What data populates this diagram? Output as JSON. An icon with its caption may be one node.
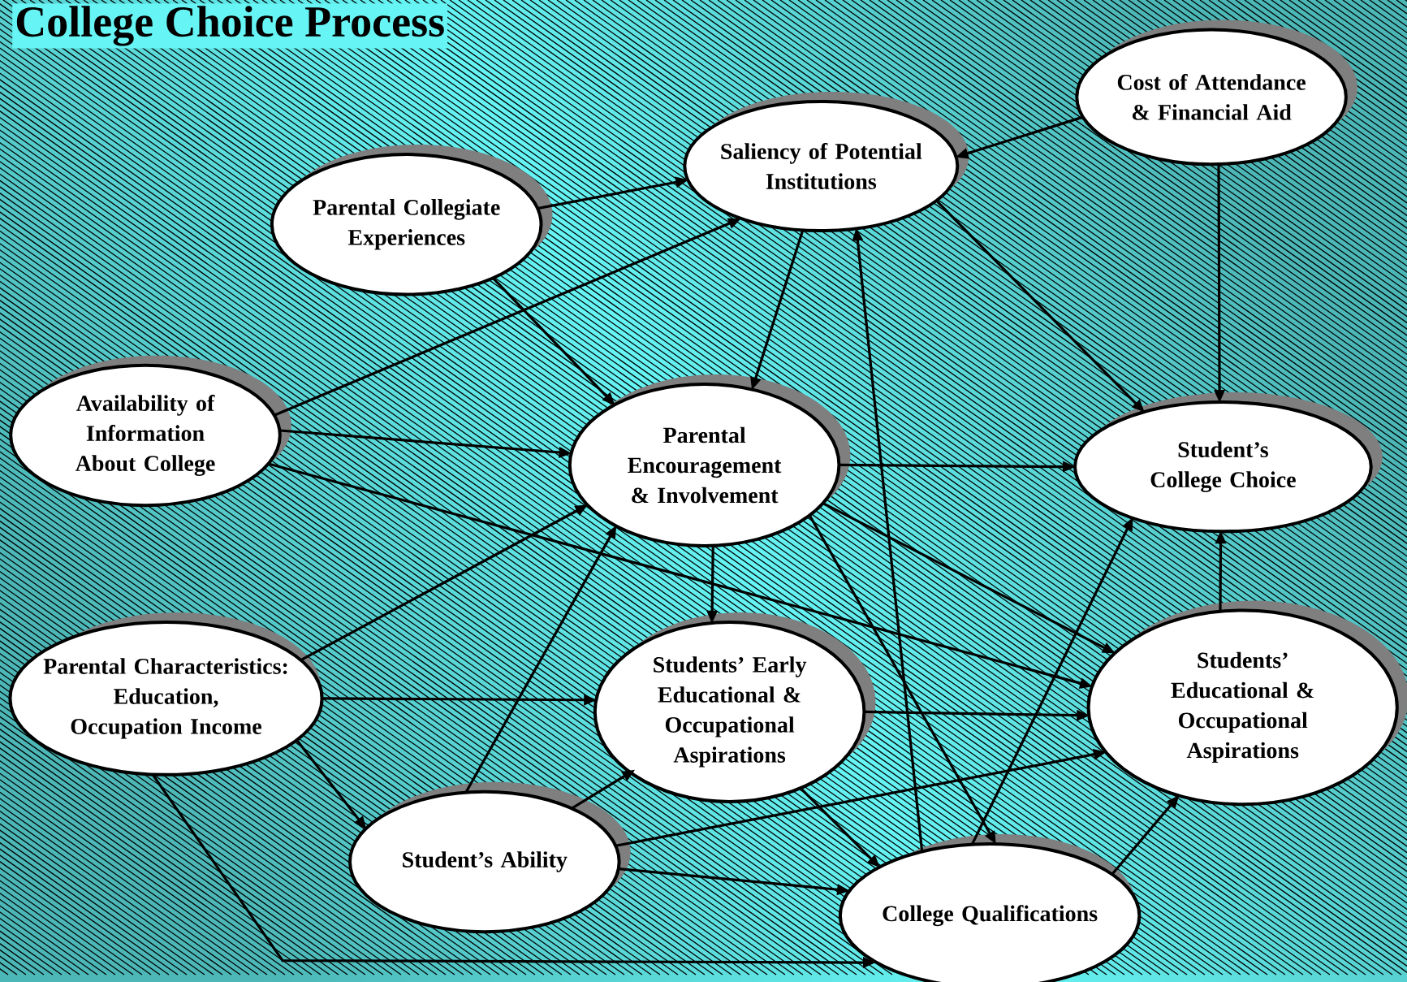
{
  "diagram": {
    "title": "College Choice Process",
    "nodes": [
      {
        "text": [
          "Cost of Attendance & Financial Aid"
        ]
      },
      {
        "text": [
          "Saliency of Potential Institutions"
        ]
      },
      {
        "text": [
          "Parental Collegiate Experiences"
        ]
      },
      {
        "text": [
          "Availability of Information About College"
        ]
      },
      {
        "text": [
          "Parental Encouragement & Involvement"
        ]
      },
      {
        "text": [
          "Student’s College Choice"
        ]
      },
      {
        "text": [
          "Parental Characteristics: Education, Occupation Income"
        ]
      },
      {
        "text": [
          "Students’ Early Educational & Occupational Aspirations"
        ]
      },
      {
        "text": [
          "Students’ Educational & Occupational Aspirations"
        ]
      },
      {
        "text": [
          "Student’s Ability"
        ]
      },
      {
        "text": [
          "College Qualifications"
        ]
      }
    ],
    "edges": [
      {
        "from": 0,
        "to": 1,
        "arrow": "to"
      },
      {
        "from": 0,
        "to": 5,
        "arrow": "to"
      },
      {
        "from": 2,
        "to": 1,
        "arrow": "to"
      },
      {
        "from": 2,
        "to": 4,
        "arrow": "to"
      },
      {
        "from": 3,
        "to": 1,
        "arrow": "to"
      },
      {
        "from": 3,
        "to": 4,
        "arrow": "to"
      },
      {
        "from": 3,
        "to": 8,
        "arrow": "to"
      },
      {
        "from": 1,
        "to": 4,
        "arrow": "to"
      },
      {
        "from": 1,
        "to": 5,
        "arrow": "to"
      },
      {
        "from": 4,
        "to": 5,
        "arrow": "to"
      },
      {
        "from": 4,
        "to": 7,
        "arrow": "to"
      },
      {
        "from": 4,
        "to": 8,
        "arrow": "to"
      },
      {
        "from": 4,
        "to": 10,
        "arrow": "to"
      },
      {
        "from": 6,
        "to": 4,
        "arrow": "to"
      },
      {
        "from": 6,
        "to": 7,
        "arrow": "to"
      },
      {
        "from": 6,
        "to": 9,
        "arrow": "to"
      },
      {
        "from": 6,
        "to": 10,
        "arrow": "to"
      },
      {
        "from": 9,
        "to": 4,
        "arrow": "to"
      },
      {
        "from": 9,
        "to": 7,
        "arrow": "to"
      },
      {
        "from": 9,
        "to": 8,
        "arrow": "to"
      },
      {
        "from": 9,
        "to": 10,
        "arrow": "to"
      },
      {
        "from": 7,
        "to": 8,
        "arrow": "to"
      },
      {
        "from": 7,
        "to": 10,
        "arrow": "to"
      },
      {
        "from": 10,
        "to": 1,
        "arrow": "to"
      },
      {
        "from": 10,
        "to": 5,
        "arrow": "to"
      },
      {
        "from": 10,
        "to": 8,
        "arrow": "to"
      },
      {
        "from": 8,
        "to": 5,
        "arrow": "to"
      }
    ]
  }
}
